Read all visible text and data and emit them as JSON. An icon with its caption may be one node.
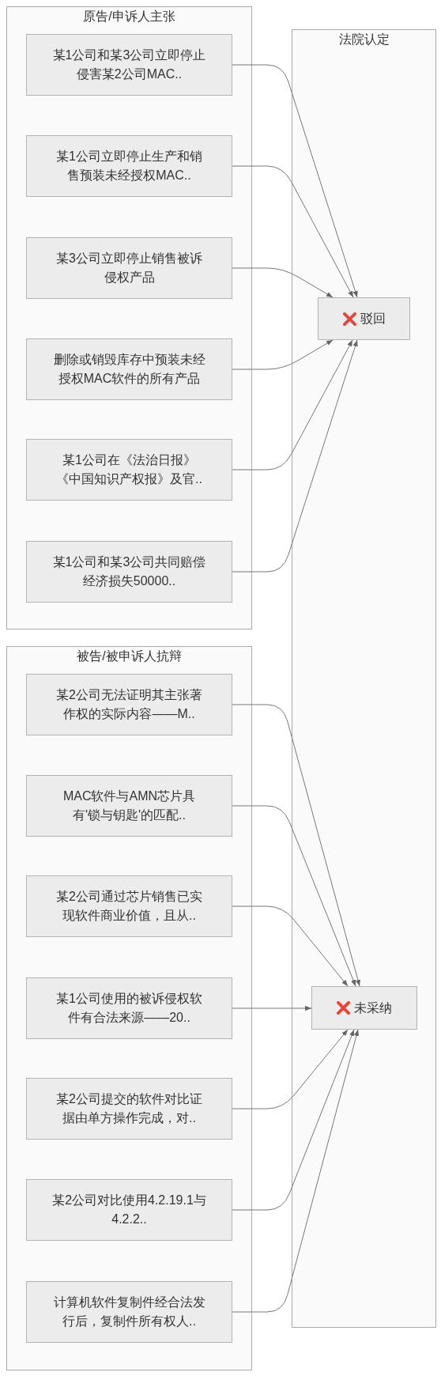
{
  "diagram": {
    "nodes": [
      {
        "text": [
          "原告/申诉人主张"
        ]
      },
      {
        "text": [
          "某1公司和某3公司立即停止侵害某2公司MAC.."
        ],
        "in": 0
      },
      {
        "text": [
          "某1公司立即停止生产和销售预装未经授权MAC.."
        ],
        "in": 0
      },
      {
        "text": [
          "某3公司立即停止销售被诉侵权产品"
        ],
        "in": 0
      },
      {
        "text": [
          "删除或销毁库存中预装未经授权MAC软件的所有产品"
        ],
        "in": 0
      },
      {
        "text": [
          "某1公司在《法治日报》《中国知识产权报》及官.."
        ],
        "in": 0
      },
      {
        "text": [
          "某1公司和某3公司共同赔偿经济损失50000.."
        ],
        "in": 0
      },
      {
        "text": [
          "被告/被申诉人抗辩"
        ]
      },
      {
        "text": [
          "某2公司无法证明其主张著作权的实际内容——M.."
        ],
        "in": 7
      },
      {
        "text": [
          "MAC软件与AMN芯片具有'锁与钥匙'的匹配.."
        ],
        "in": 7
      },
      {
        "text": [
          "某2公司通过芯片销售已实现软件商业价值，且从.."
        ],
        "in": 7
      },
      {
        "text": [
          "某1公司使用的被诉侵权软件有合法来源——20.."
        ],
        "in": 7
      },
      {
        "text": [
          "某2公司提交的软件对比证据由单方操作完成，对.."
        ],
        "in": 7
      },
      {
        "text": [
          "某2公司对比使用4.2.19.1与4.2.2.."
        ],
        "in": 7
      },
      {
        "text": [
          "计算机软件复制件经合法发行后，复制件所有权人.."
        ],
        "in": 7
      },
      {
        "text": [
          "法院认定"
        ]
      },
      {
        "text": [
          "驳回"
        ],
        "in": 15
      },
      {
        "text": [
          "未采纳"
        ],
        "in": 15
      }
    ],
    "edges": [
      {
        "from": 1,
        "to": 16,
        "arrow": "to"
      },
      {
        "from": 2,
        "to": 16,
        "arrow": "to"
      },
      {
        "from": 3,
        "to": 16,
        "arrow": "to"
      },
      {
        "from": 4,
        "to": 16,
        "arrow": "to"
      },
      {
        "from": 5,
        "to": 16,
        "arrow": "to"
      },
      {
        "from": 6,
        "to": 16,
        "arrow": "to"
      },
      {
        "from": 8,
        "to": 17,
        "arrow": "to"
      },
      {
        "from": 9,
        "to": 17,
        "arrow": "to"
      },
      {
        "from": 10,
        "to": 17,
        "arrow": "to"
      },
      {
        "from": 11,
        "to": 17,
        "arrow": "to"
      },
      {
        "from": 12,
        "to": 17,
        "arrow": "to"
      },
      {
        "from": 13,
        "to": 17,
        "arrow": "to"
      },
      {
        "from": 14,
        "to": 17,
        "arrow": "to"
      }
    ]
  }
}
